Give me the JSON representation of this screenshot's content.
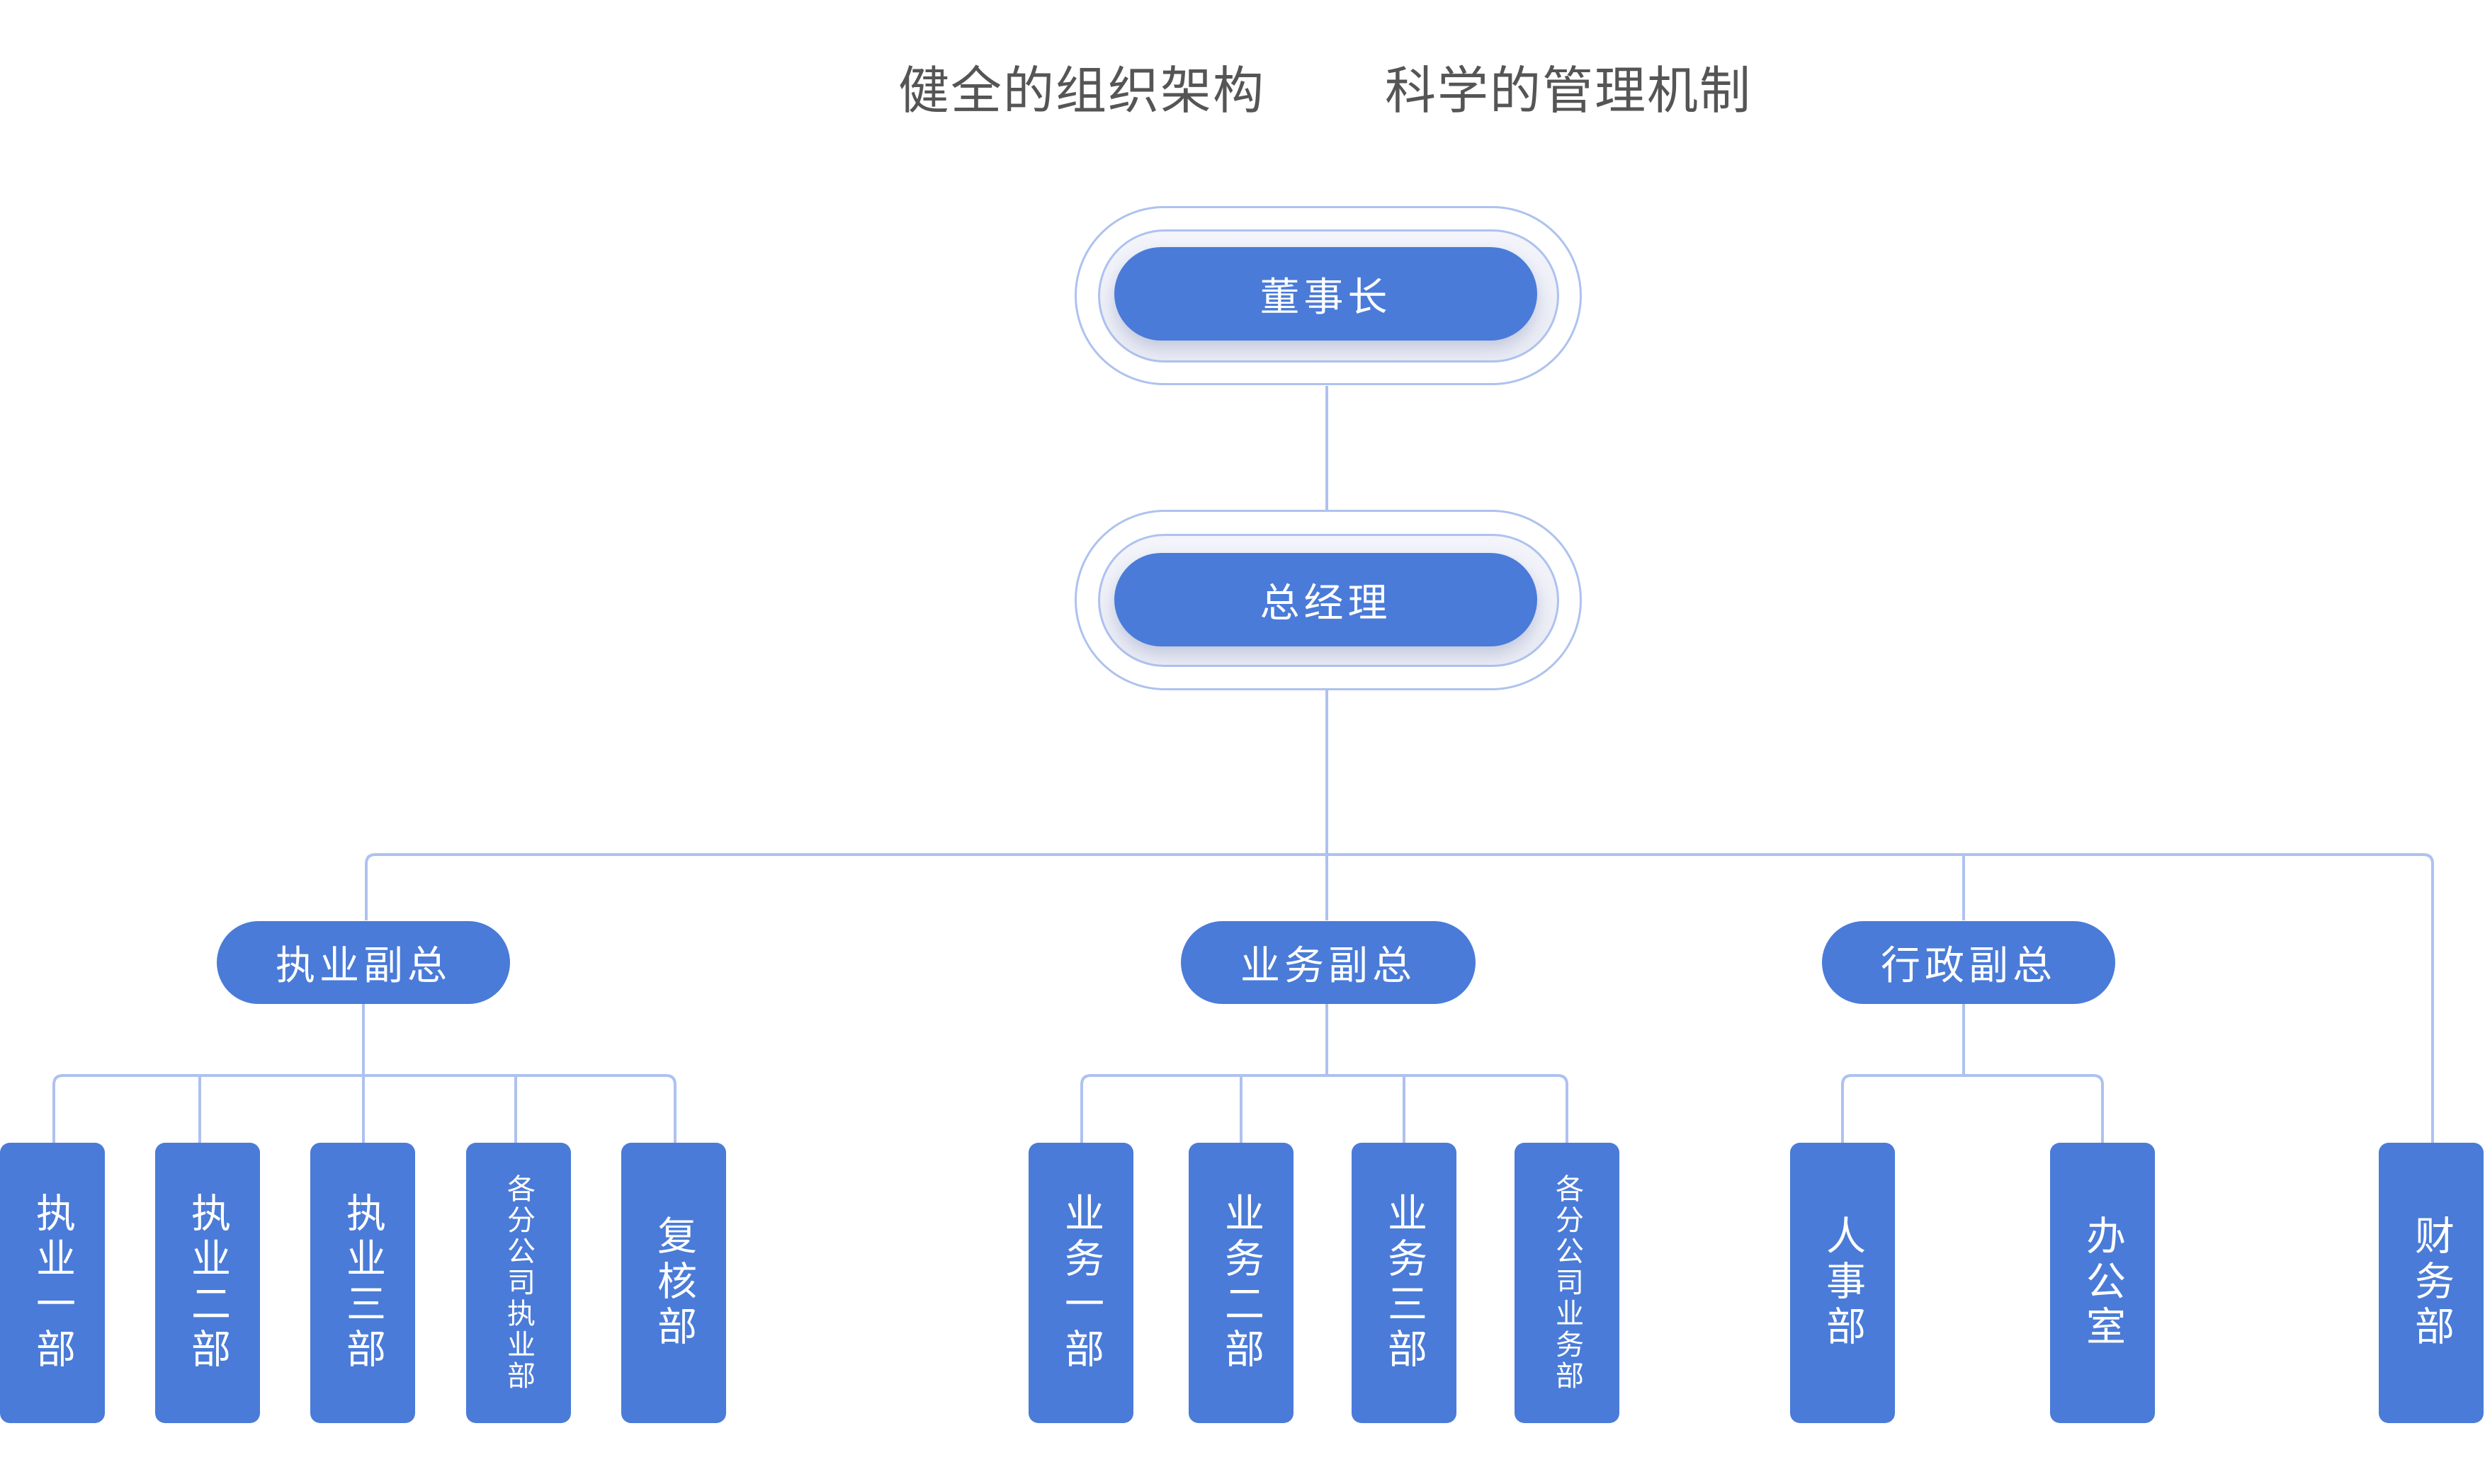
{
  "title": {
    "left": "健全的组织架构",
    "right": "科学的管理机制"
  },
  "colors": {
    "node_fill": "#4a7bd8",
    "connector": "#aec2ef",
    "title_text": "#555555"
  },
  "chairman": "董事长",
  "general_manager": "总经理",
  "vice_presidents": [
    {
      "label": "执业副总",
      "departments": [
        "执业一部",
        "执业二部",
        "执业三部",
        "各分公司执业部",
        "复核部"
      ]
    },
    {
      "label": "业务副总",
      "departments": [
        "业务一部",
        "业务二部",
        "业务三部",
        "各分公司业务部"
      ]
    },
    {
      "label": "行政副总",
      "departments": [
        "人事部",
        "办公室"
      ]
    }
  ],
  "direct_departments": [
    "财务部"
  ]
}
